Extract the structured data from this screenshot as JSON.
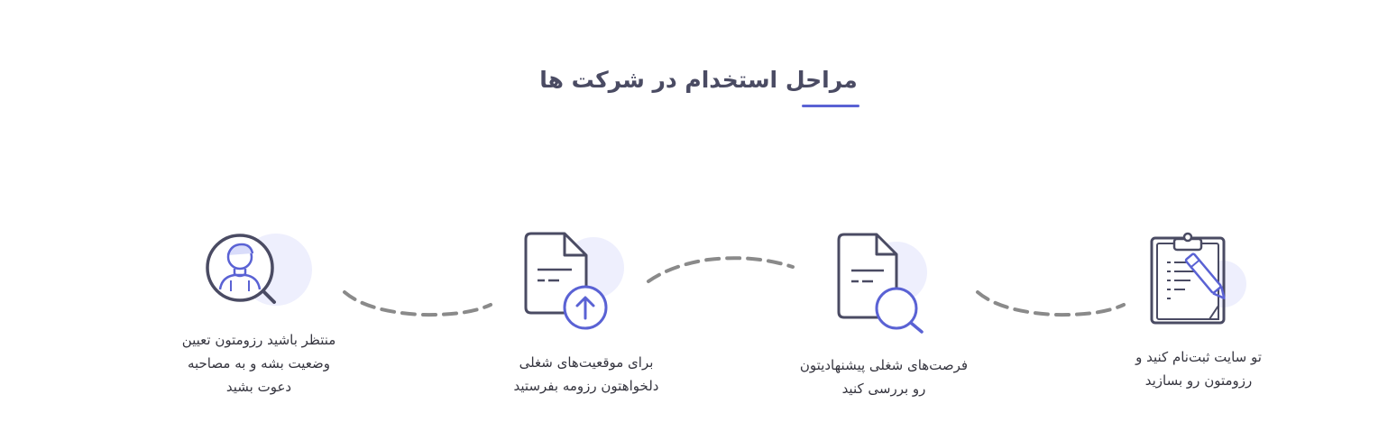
{
  "section": {
    "title": "مراحل استخدام در شرکت ها"
  },
  "steps": [
    {
      "icon": "clipboard-pencil-icon",
      "lines": [
        "تو سایت ثبت‌نام کنید و",
        "رزومتون رو بسازید"
      ]
    },
    {
      "icon": "document-search-icon",
      "lines": [
        "فرصت‌های شغلی پیشنهادیتون",
        "رو بررسی کنید"
      ]
    },
    {
      "icon": "document-upload-icon",
      "lines": [
        "برای موقعیت‌های شغلی",
        "دلخواهتون رزومه بفرستید"
      ]
    },
    {
      "icon": "user-search-icon",
      "lines": [
        "منتظر باشید رزومتون تعیین",
        "وضعیت بشه و به مصاحبه",
        "دعوت بشید"
      ]
    }
  ],
  "colors": {
    "accent": "#5a62d4",
    "icon_stroke": "#4a4b63",
    "blob": "#eeeffd",
    "connector": "#8a8a8a"
  }
}
